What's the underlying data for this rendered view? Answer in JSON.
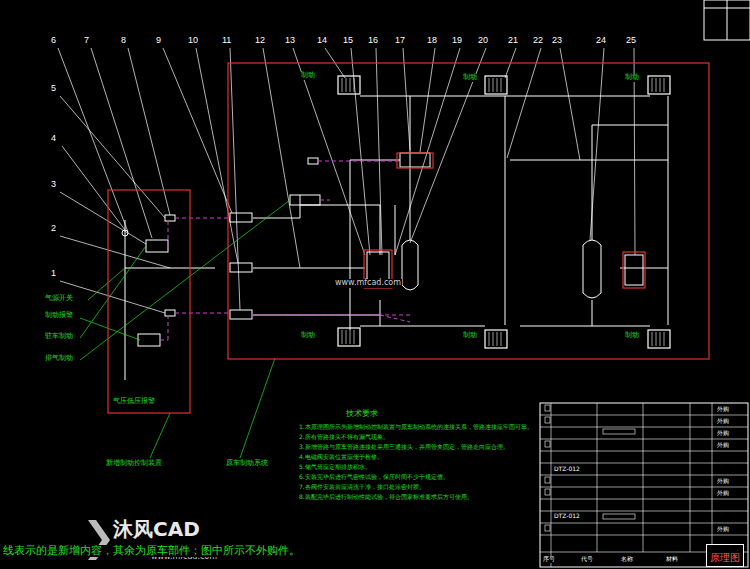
{
  "diagram": {
    "nodes": [
      {
        "text": [
          "原理图"
        ]
      }
    ],
    "labels": [
      "6",
      "7",
      "8",
      "9",
      "10",
      "11",
      "12",
      "13",
      "14",
      "15",
      "16",
      "17",
      "18",
      "19",
      "20",
      "21",
      "22",
      "23",
      "24",
      "25",
      "5",
      "4",
      "3",
      "2",
      "1",
      "制动",
      "制动",
      "制动",
      "制动",
      "制动",
      "制动",
      "制动报警",
      "驻车制动",
      "排气制动",
      "气源开关",
      "气压低压报警",
      "新增制动控制装置",
      "原车制动系统",
      "技术要求",
      "1.本原理图所示为新增制动控制装置与原车制动系统的连接关系，管路连接应牢固可靠。",
      "2.所有管路接头不得有漏气现象。",
      "3.新增管路与原车管路连接处采用三通接头，并用管夹固定，管路走向应合理。",
      "4.电磁阀安装位置应便于检修。",
      "5.储气筒应定期排放积水。",
      "6.安装完毕后进行气密性试验，保压时间不少于规定值。",
      "7.各阀件安装前应清洗干净，接口处涂密封胶。",
      "8.装配完毕后进行制动性能试验，符合国家标准要求后方可使用。",
      "外购",
      "外购",
      "外购",
      "外购",
      "外购",
      "外购",
      "外购",
      "DTZ-012",
      "DTZ-012",
      "序号",
      "代号",
      "名称",
      "材料",
      "沐风CAD",
      "www.mfcad.com",
      "www.mfcad.com",
      "线表示的是新增内容，其余为原车部件；图中所示不外购件。"
    ]
  }
}
